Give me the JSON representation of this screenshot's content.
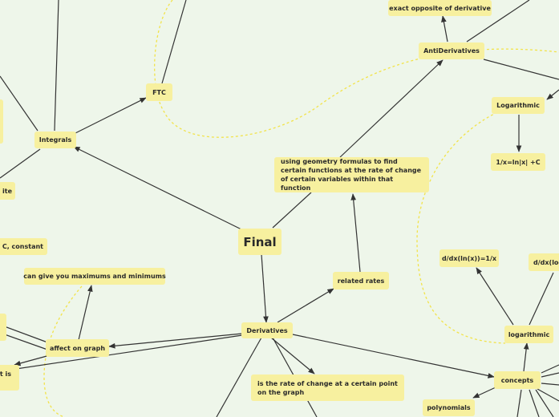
{
  "nodes": {
    "final": "Final",
    "integrals": "Integrals",
    "ftc": "FTC",
    "antiderivatives": "AntiDerivatives",
    "exact_opposite": "exact opposite of derivative",
    "logarithmic": "Logarithmic",
    "ln_rule": "1/x=ln|x| +C",
    "geometry": "using geometry formulas to find certain functions at the rate of change of certain variables within that function",
    "related_rates": "related rates",
    "derivatives": "Derivatives",
    "affect_graph": "affect on graph",
    "max_min": "can give you maximums and minimums",
    "rate_change": "is the rate of change at a certain point on the graph",
    "concepts": "concepts",
    "logarithmic_lower": "logarithmic",
    "dlnx": "d/dx(ln(x))=1/x",
    "dlog": "d/dx(log",
    "polynomials": "polynomials",
    "ite_fragment": "ite",
    "constant_fragment": "a C, constant",
    "tis_fragment": "t is"
  },
  "colors": {
    "background": "#eef6ea",
    "node_fill": "#f7f09f",
    "edge": "#333333",
    "dashed": "#f2e34a"
  }
}
